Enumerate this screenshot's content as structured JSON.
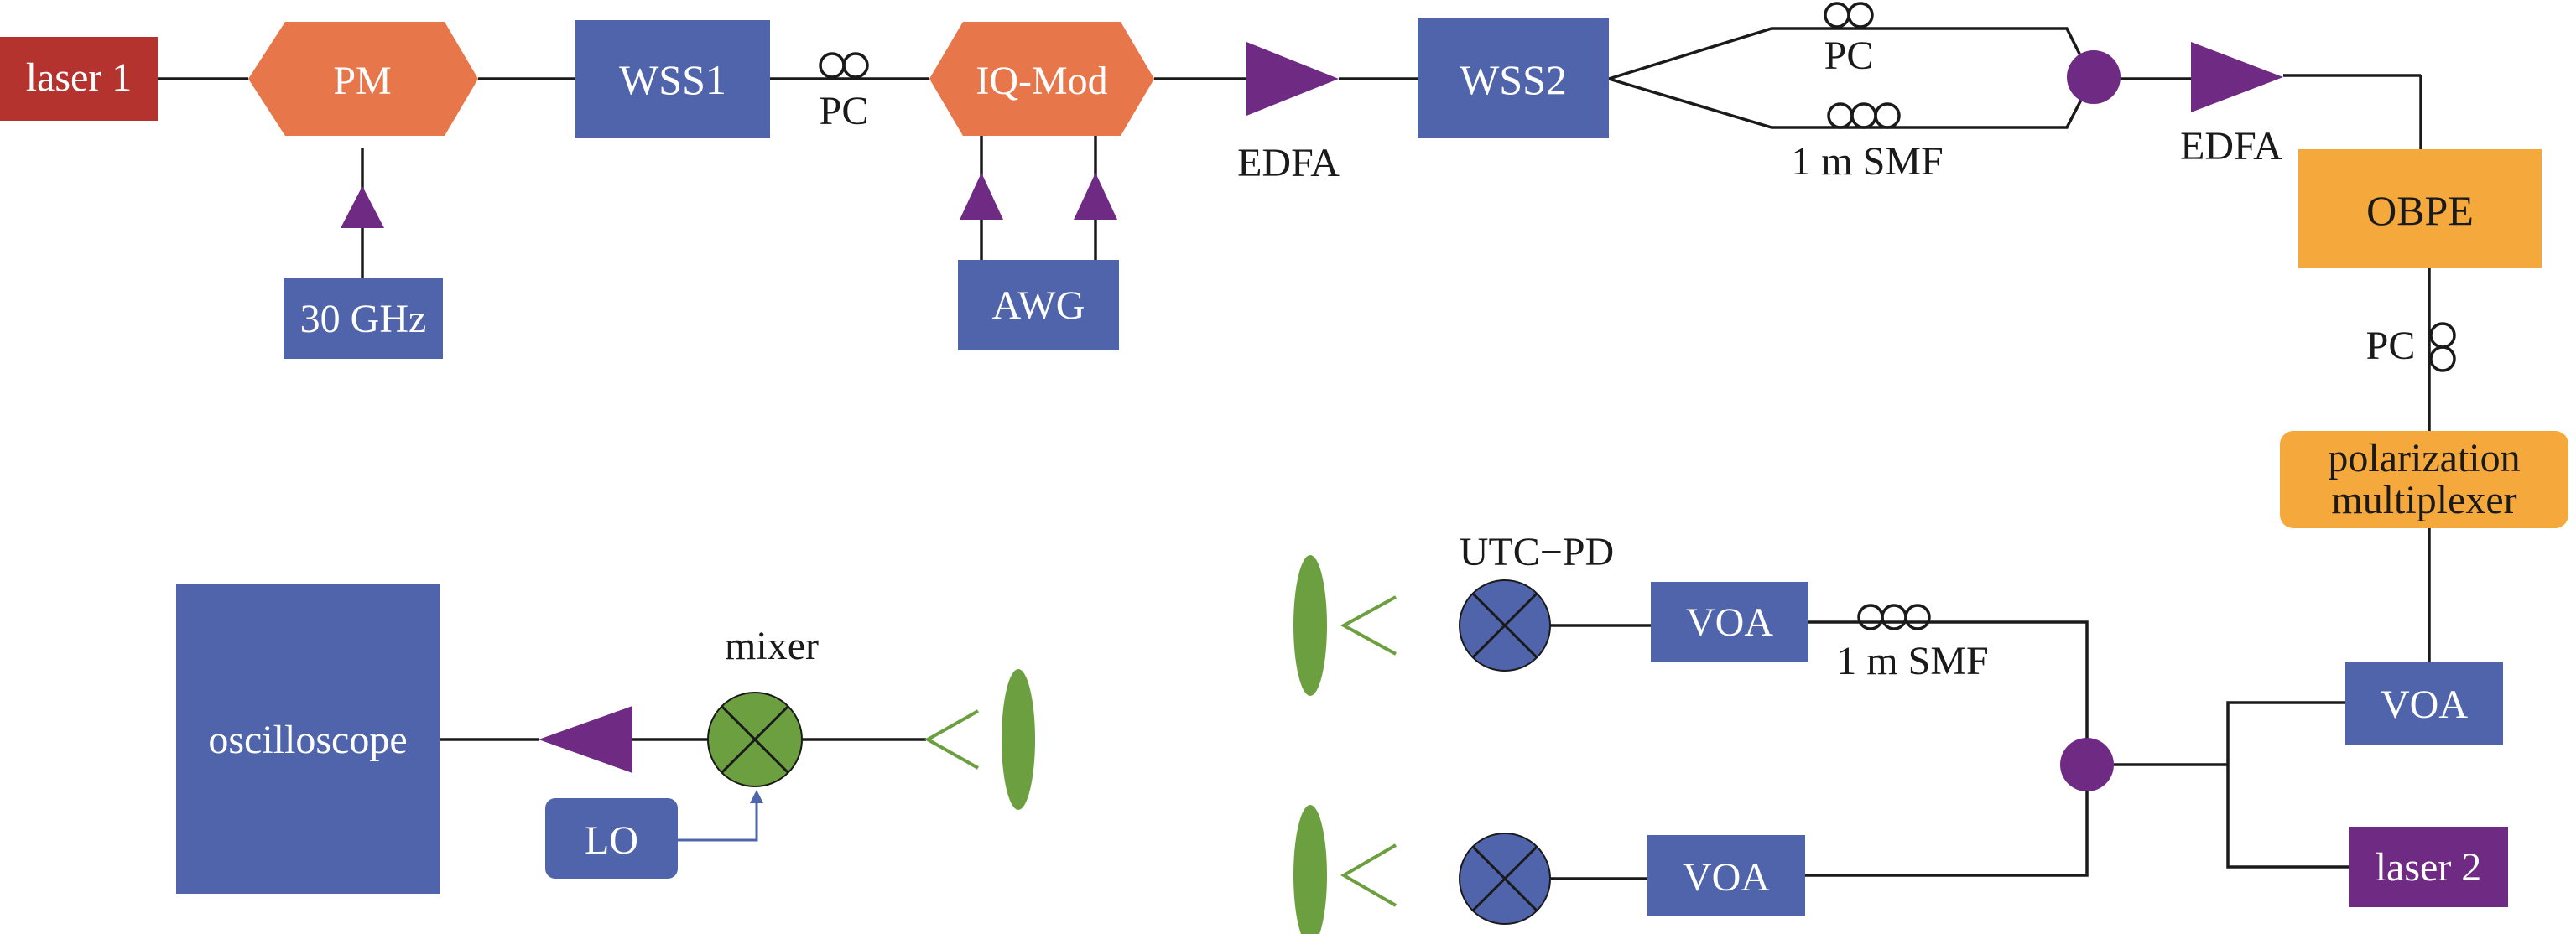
{
  "colors": {
    "blue": "#4f64aa",
    "orange": "#e7774a",
    "red": "#b5332f",
    "purple": "#6f2a83",
    "yellow": "#f5a93c",
    "green": "#6c9f3f",
    "line": "#1a1a1a"
  },
  "components": {
    "laser1": "laser 1",
    "pm": "PM",
    "rf_source": "30 GHz",
    "wss1": "WSS1",
    "pc1": "PC",
    "iq_mod": "IQ-Mod",
    "awg": "AWG",
    "edfa1": "EDFA",
    "wss2": "WSS2",
    "pc2": "PC",
    "smf1": "1 m SMF",
    "edfa2": "EDFA",
    "obpe": "OBPE",
    "pc3": "PC",
    "pol_mux_line1": "polarization",
    "pol_mux_line2": "multiplexer",
    "voa_right": "VOA",
    "laser2": "laser 2",
    "voa_top": "VOA",
    "voa_bottom": "VOA",
    "smf2": "1 m SMF",
    "utc_pd": "UTC−PD",
    "mixer": "mixer",
    "lo": "LO",
    "oscilloscope": "oscilloscope"
  }
}
